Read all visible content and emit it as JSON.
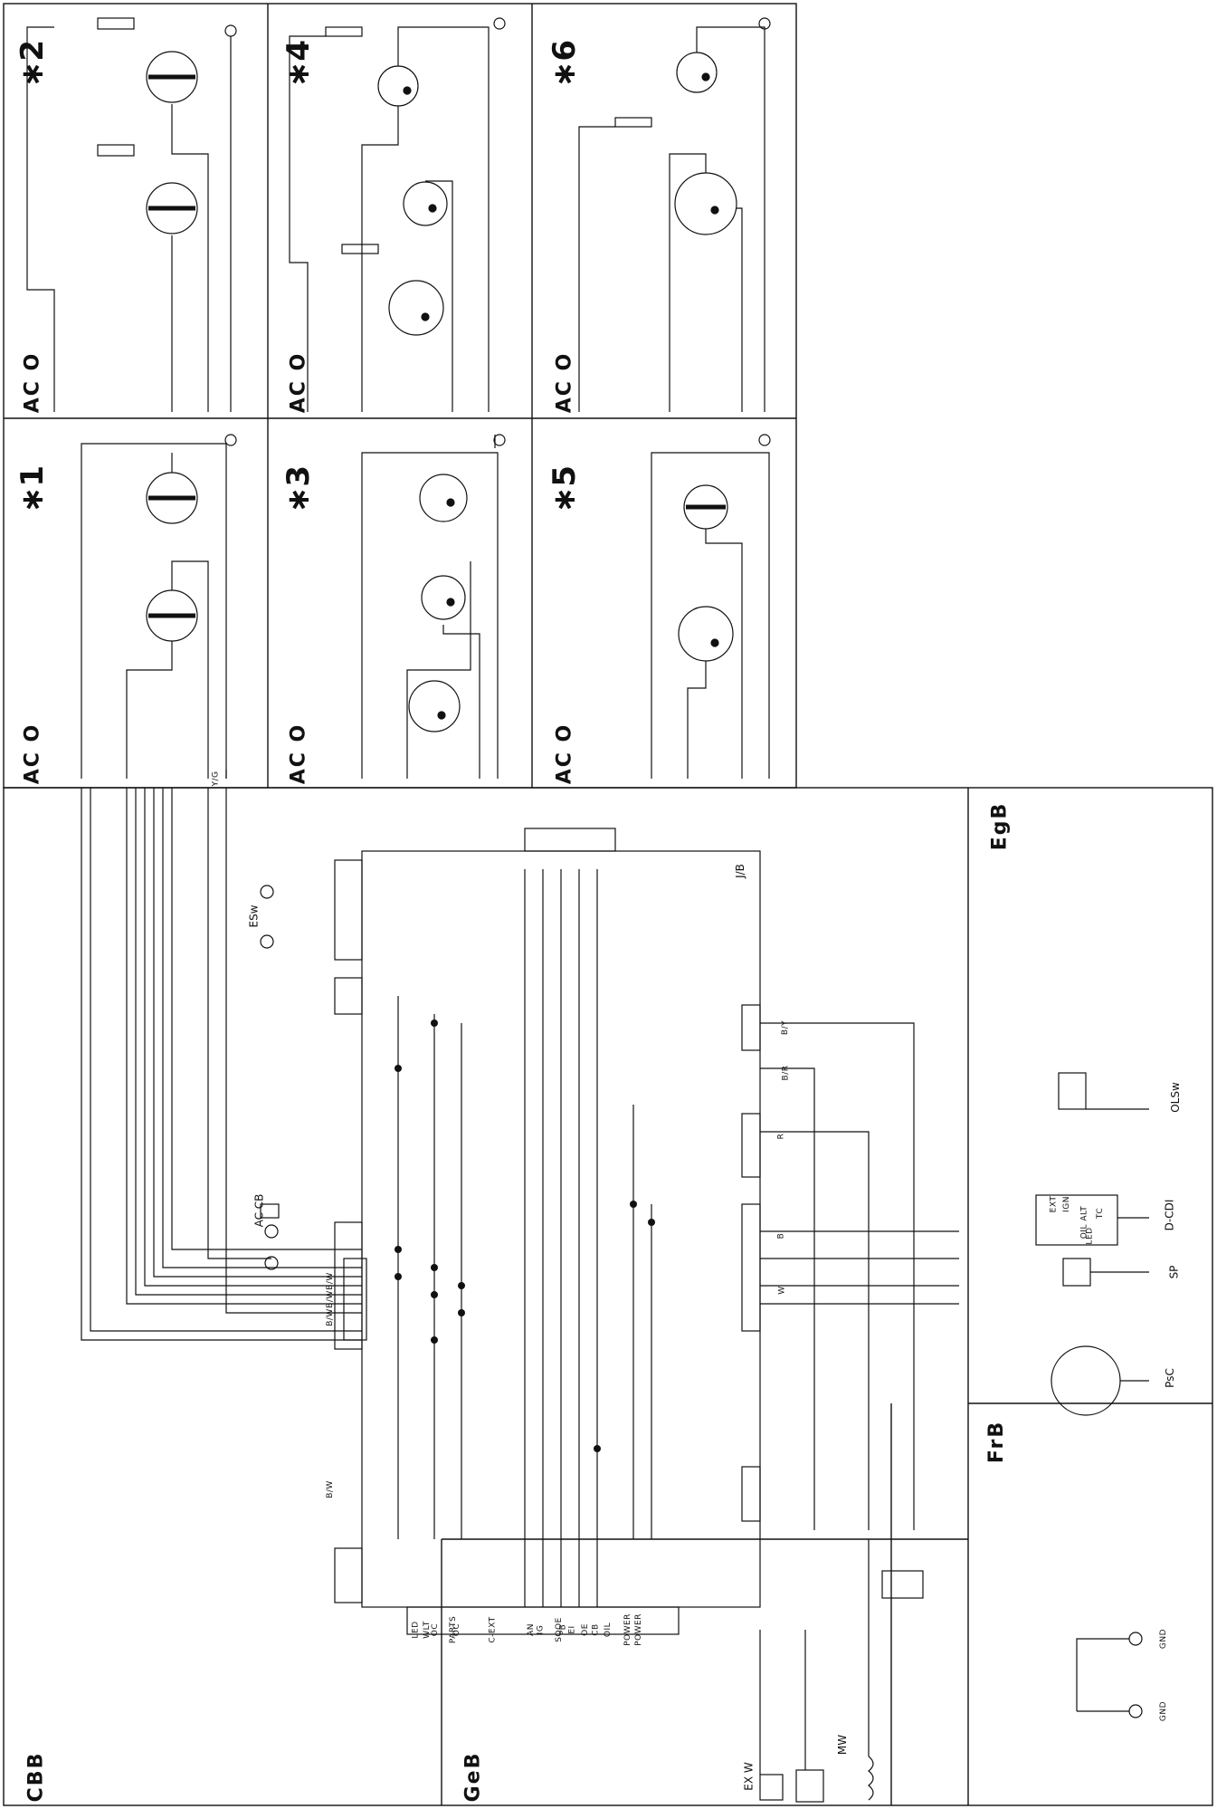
{
  "panels": [
    {
      "label": "∗1",
      "source": "AC O"
    },
    {
      "label": "∗2",
      "source": "AC O"
    },
    {
      "label": "∗3",
      "source": "AC O"
    },
    {
      "label": "∗4",
      "source": "AC O"
    },
    {
      "label": "∗5",
      "source": "AC O"
    },
    {
      "label": "∗6",
      "source": "AC O"
    }
  ],
  "sections": {
    "cbb": "CBB",
    "geb": "GeB",
    "egb": "EgB",
    "frb": "FrB"
  },
  "board": {
    "name": "J/B"
  },
  "components": {
    "ac_cb": "AC CB",
    "esw": "ESw",
    "olsw": "OLSw",
    "d_cdi": "D-CDI",
    "sp": "SP",
    "pmc": "PsC",
    "ex_w": "EX W",
    "mw": "MW",
    "gnd_1": "GND",
    "gnd_2": "GND"
  },
  "cdi_box": {
    "lines": [
      "EXT",
      "IGN",
      "OIL ALT",
      "LED"
    ],
    "tag": "TC"
  },
  "connector_labels": [
    "LED",
    "WLT",
    "OC",
    "PARTS",
    "OC",
    "C-EXT",
    "AN",
    "IG",
    "SOOE",
    "PB",
    "EI",
    "OE",
    "CB",
    "OIL",
    "POWER",
    "POWER"
  ],
  "wire_colors": [
    "B/W",
    "B/W",
    "B/W",
    "B/W",
    "Y/G",
    "B/Y",
    "B/R",
    "R",
    "B",
    "W"
  ]
}
